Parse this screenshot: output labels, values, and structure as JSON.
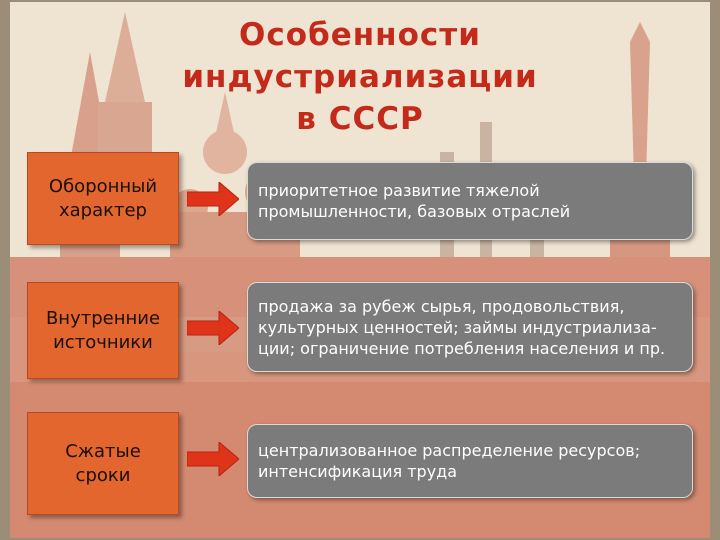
{
  "title": {
    "line1": "Особенности",
    "line2": "индустриализации",
    "line3": "в СССР"
  },
  "rows": [
    {
      "label_line1": "Оборонный",
      "label_line2": "характер",
      "description": "приоритетное развитие тяжелой промышленности, базовых отраслей"
    },
    {
      "label_line1": "Внутренние",
      "label_line2": "источники",
      "description": "продажа за рубеж сырья, продовольствия, культурных ценностей; займы индустриализа-ции; ограничение потребления населения и пр."
    },
    {
      "label_line1": "Сжатые",
      "label_line2": "сроки",
      "description": "централизованное распределение ресурсов; интенсификация труда"
    }
  ],
  "colors": {
    "title": "#c32a1a",
    "label_box": "#e2662e",
    "arrow": "#e0341a",
    "description_box": "#7b7b7b"
  },
  "icons": {
    "connector": "right-arrow-icon"
  }
}
